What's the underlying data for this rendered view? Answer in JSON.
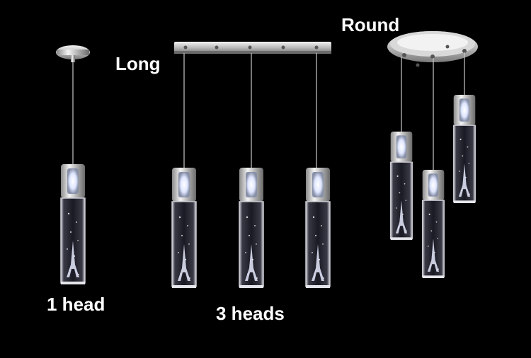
{
  "labels": {
    "long": "Long",
    "round": "Round",
    "one_head": "1 head",
    "three_heads": "3 heads"
  }
}
